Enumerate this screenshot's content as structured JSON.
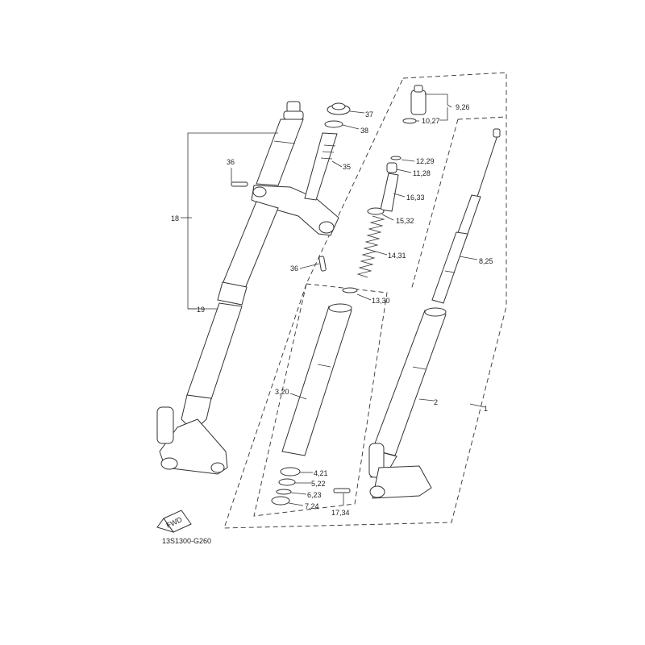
{
  "diagram": {
    "code": "13S1300-G260",
    "fwd_label": "FWD",
    "callouts": {
      "c1": "1",
      "c2": "2",
      "c3_20": "3,20",
      "c4_21": "4,21",
      "c5_22": "5,22",
      "c6_23": "6,23",
      "c7_24": "7,24",
      "c8_25": "8,25",
      "c9_26": "9,26",
      "c10_27": "10,27",
      "c11_28": "11,28",
      "c12_29": "12,29",
      "c13_30": "13,30",
      "c14_31": "14,31",
      "c15_32": "15,32",
      "c16_33": "16,33",
      "c17_34": "17,34",
      "c18": "18",
      "c19": "19",
      "c35": "35",
      "c36a": "36",
      "c36b": "36",
      "c37": "37",
      "c38": "38"
    }
  }
}
